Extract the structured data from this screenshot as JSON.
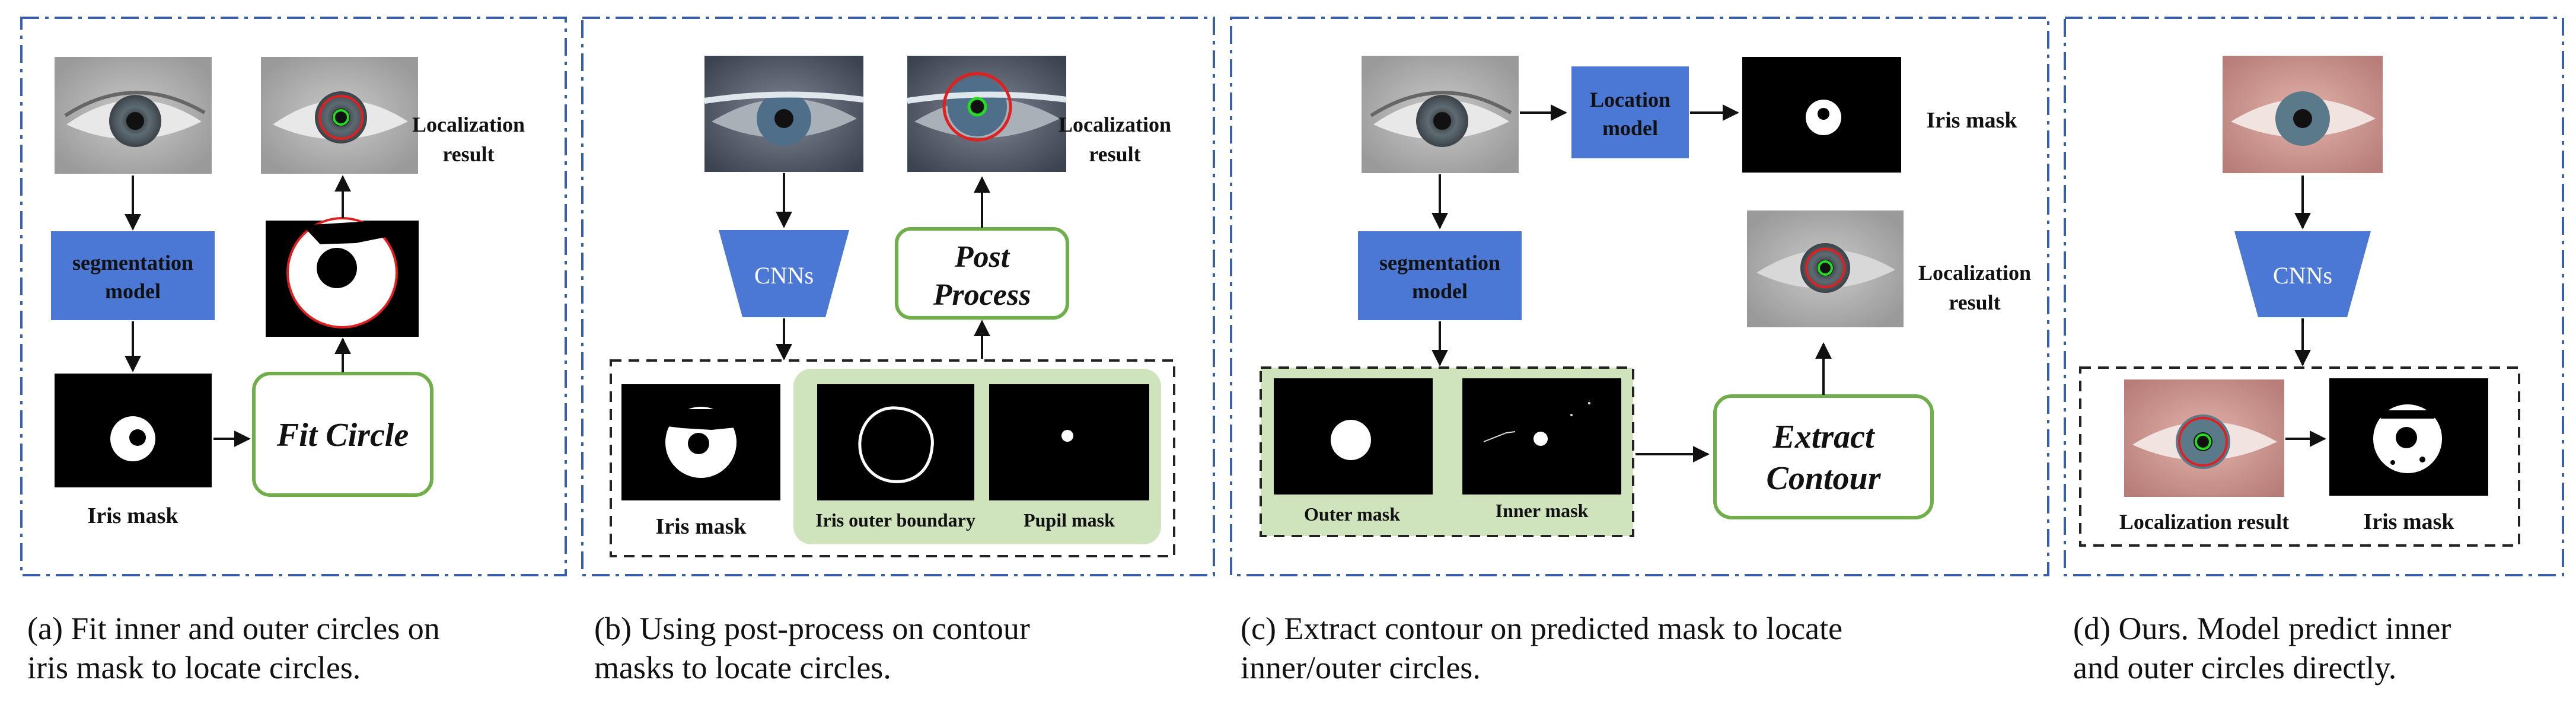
{
  "colors": {
    "panel_border": "#3a5ea8",
    "model_box": "#4a78d4",
    "green_box": "#6fae4a",
    "green_fill": "#cfe3bd",
    "arrow": "#111111",
    "circle_red": "#e02020",
    "circle_green": "#22dd22"
  },
  "panel_a": {
    "segmentation_model": [
      "segmentation",
      "model"
    ],
    "iris_mask": "Iris mask",
    "fit_circle": "Fit Circle",
    "localization_result": [
      "Localization",
      "result"
    ],
    "caption": [
      "(a) Fit inner and outer circles on",
      "iris mask to locate circles."
    ]
  },
  "panel_b": {
    "cnns": "CNNs",
    "post_process": [
      "Post",
      "Process"
    ],
    "localization_result": [
      "Localization",
      "result"
    ],
    "iris_mask": "Iris mask",
    "iris_outer_boundary": "Iris outer boundary",
    "pupil_mask": "Pupil mask",
    "caption": [
      "(b) Using post-process on contour",
      "masks to locate circles."
    ]
  },
  "panel_c": {
    "location_model": [
      "Location",
      "model"
    ],
    "iris_mask": "Iris mask",
    "segmentation_model": [
      "segmentation",
      "model"
    ],
    "localization_result": [
      "Localization",
      "result"
    ],
    "outer_mask": "Outer mask",
    "inner_mask": "Inner mask",
    "extract_contour": [
      "Extract",
      "Contour"
    ],
    "caption": [
      "(c) Extract contour on predicted mask to locate",
      "inner/outer circles."
    ]
  },
  "panel_d": {
    "cnns": "CNNs",
    "localization_result": "Localization result",
    "iris_mask": "Iris mask",
    "caption": [
      "(d) Ours. Model predict inner",
      "and outer circles directly."
    ]
  },
  "icons": [
    "eye-photo-icon",
    "mask-icon",
    "arrow-icon"
  ]
}
